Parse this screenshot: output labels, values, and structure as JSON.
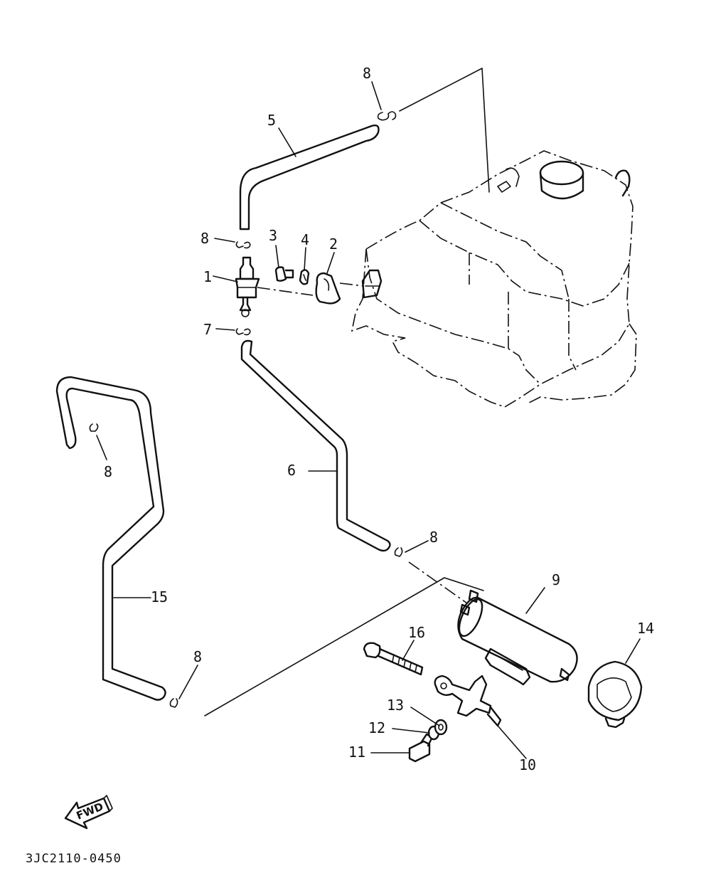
{
  "diagram_code": "3JC2110-0450",
  "fwd_label": "FWD",
  "callouts": {
    "c1": "1",
    "c2": "2",
    "c3": "3",
    "c4": "4",
    "c5": "5",
    "c6": "6",
    "c7": "7",
    "c8a": "8",
    "c8b": "8",
    "c8c": "8",
    "c8d": "8",
    "c8e": "8",
    "c9": "9",
    "c10": "10",
    "c11": "11",
    "c12": "12",
    "c13": "13",
    "c14": "14",
    "c15": "15",
    "c16": "16"
  }
}
